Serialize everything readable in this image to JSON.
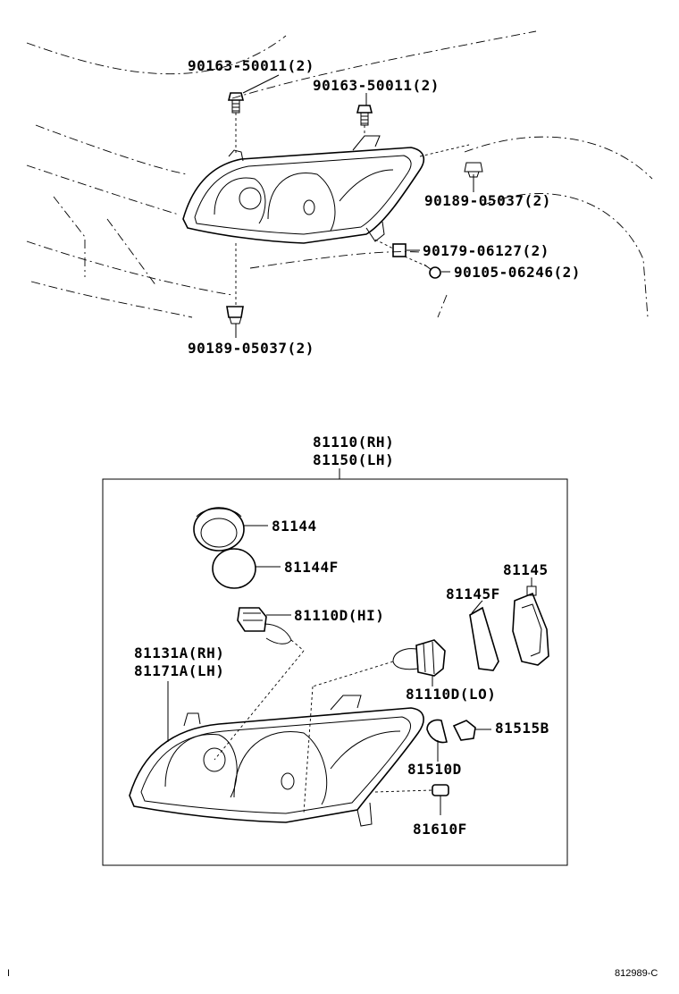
{
  "upper_callouts": [
    "90163-50011(2)",
    "90163-50011(2)",
    "90189-05037(2)",
    "90179-06127(2)",
    "90105-06246(2)",
    "90189-05037(2)"
  ],
  "assembly": {
    "line1": "81110(RH)",
    "line2": "81150(LH)"
  },
  "lower_callouts": [
    "81144",
    "81144F",
    "81145",
    "81145F",
    "81110D(HI)",
    "81131A(RH)",
    "81171A(LH)",
    "81110D(LO)",
    "81515B",
    "81510D",
    "81610F"
  ],
  "corner_mark": "I",
  "illustration_id": "812989-C"
}
